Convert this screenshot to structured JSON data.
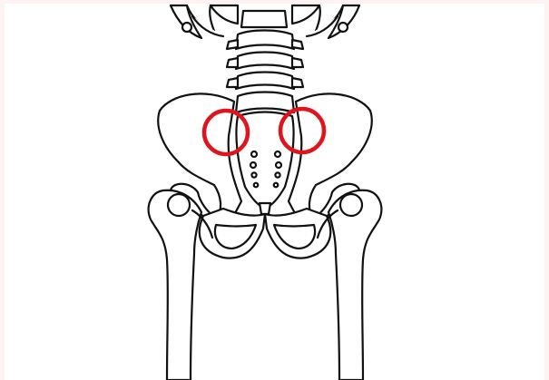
{
  "image": {
    "subject": "pelvis-and-lumbar-spine-line-drawing",
    "highlight_color": "#e0141c",
    "line_color": "#111111",
    "markers": [
      {
        "name": "left-sacroiliac-joint-marker"
      },
      {
        "name": "right-sacroiliac-joint-marker"
      }
    ]
  }
}
